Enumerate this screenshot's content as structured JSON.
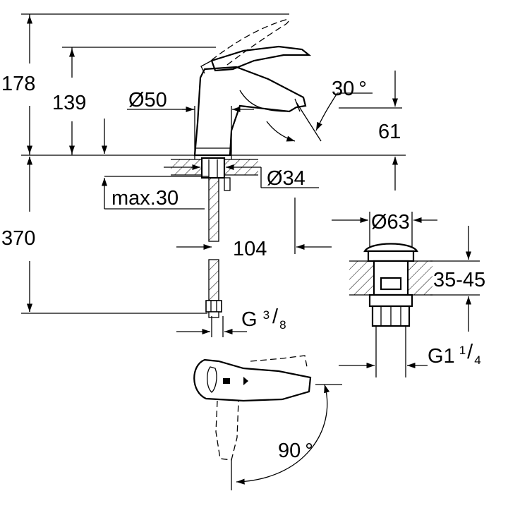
{
  "dimensions": {
    "overall_height": "178",
    "spout_height": "139",
    "body_diameter": "Ø50",
    "handle_tilt": "30",
    "degree_symbol": "°",
    "spout_clearance": "61",
    "hole_diameter": "Ø34",
    "max_thickness": "max.30",
    "hose_length": "370",
    "spout_reach": "104",
    "connection_main": "G",
    "connection_num": "3",
    "connection_den": "8",
    "waste_diameter": "Ø63",
    "waste_range": "35-45",
    "waste_thread_main": "G1",
    "waste_thread_num": "1",
    "waste_thread_den": "4",
    "rotation_angle": "90",
    "rotation_degree": "°"
  },
  "arrow_glyph": "→"
}
